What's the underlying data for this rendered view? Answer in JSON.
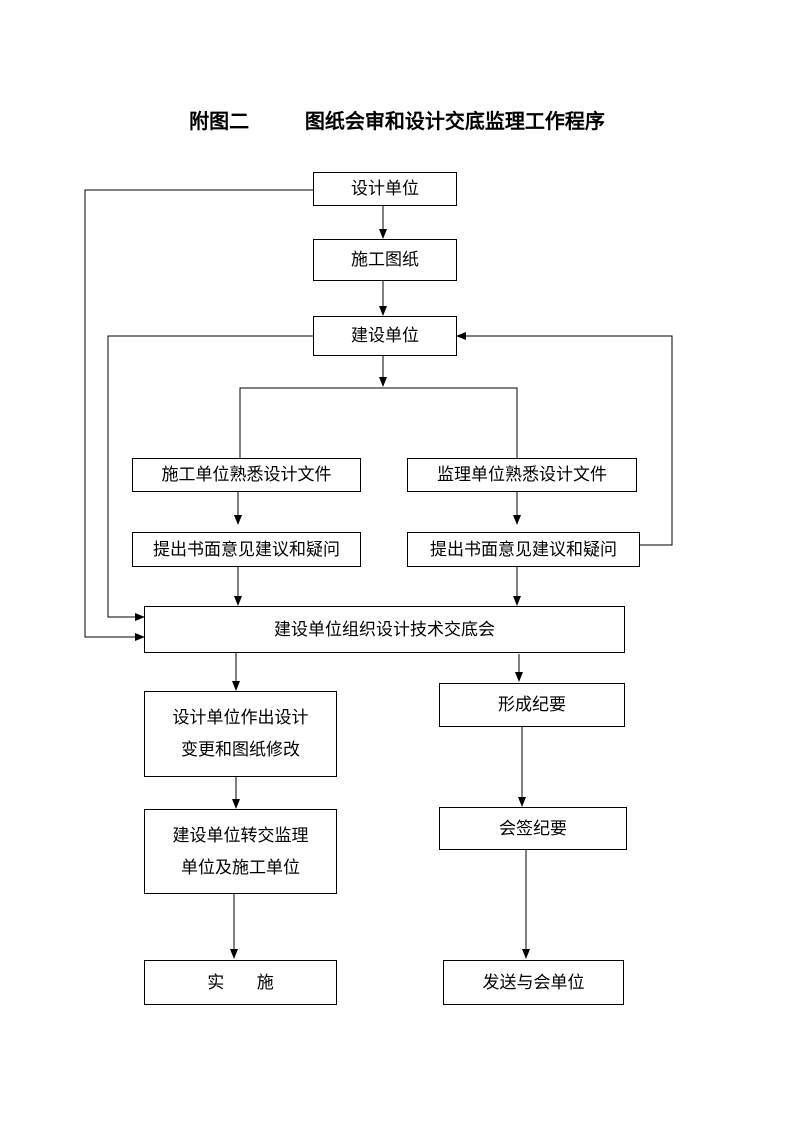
{
  "title": "附图二        图纸会审和设计交底监理工作程序",
  "nodes": {
    "design_unit": "设计单位",
    "construction_drawings": "施工图纸",
    "owner_unit": "建设单位",
    "contractor_review": "施工单位熟悉设计文件",
    "supervisor_review": "监理单位熟悉设计文件",
    "contractor_comments": "提出书面意见建议和疑问",
    "supervisor_comments": "提出书面意见建议和疑问",
    "disclosure_meeting": "建设单位组织设计技术交底会",
    "design_change_line1": "设计单位作出设计",
    "design_change_line2": "变更和图纸修改",
    "minutes": "形成纪要",
    "transfer_line1": "建设单位转交监理",
    "transfer_line2": "单位及施工单位",
    "countersign": "会签纪要",
    "implement": "实      施",
    "distribute": "发送与会单位"
  }
}
